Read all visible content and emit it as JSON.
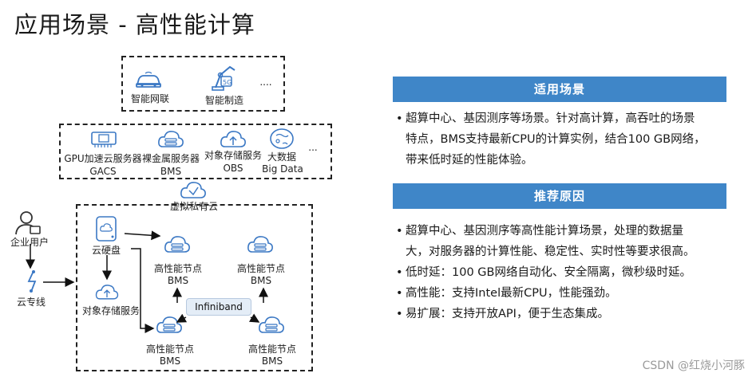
{
  "title": "应用场景 - 高性能计算",
  "top_scenarios": {
    "items": [
      {
        "label": "智能网联",
        "icon": "connected-car-icon"
      },
      {
        "label": "智能制造",
        "icon": "smart-manufacturing-icon"
      }
    ],
    "more": "...."
  },
  "services": {
    "items": [
      {
        "label": "GPU加速云服务器",
        "sub": "GACS",
        "icon": "gpu-server-icon"
      },
      {
        "label": "裸金属服务器",
        "sub": "BMS",
        "icon": "bare-metal-server-icon"
      },
      {
        "label": "对象存储服务",
        "sub": "OBS",
        "icon": "object-storage-icon"
      },
      {
        "label": "大数据",
        "sub": "Big Data",
        "icon": "big-data-icon"
      }
    ],
    "more": "..."
  },
  "vpc": {
    "label": "虚拟私有云",
    "icon": "vpc-cloud-icon"
  },
  "enterprise_user": {
    "label": "企业用户",
    "icon": "user-icon"
  },
  "direct_connect": {
    "label": "云专线",
    "icon": "direct-connect-icon"
  },
  "cloud_disk": {
    "label": "云硬盘",
    "icon": "cloud-disk-icon"
  },
  "object_storage": {
    "label": "对象存储服务",
    "icon": "object-storage-icon"
  },
  "compute_nodes": [
    {
      "label": "高性能节点",
      "sub": "BMS"
    },
    {
      "label": "高性能节点",
      "sub": "BMS"
    },
    {
      "label": "高性能节点",
      "sub": "BMS"
    },
    {
      "label": "高性能节点",
      "sub": "BMS"
    }
  ],
  "interconnect": "Infiniband",
  "applicable": {
    "header": "适用场景",
    "line1": "超算中心、基因测序等场景。针对高计算，高吞吐的场景",
    "line2": "特点，BMS支持最新CPU的计算实例，结合100 GB网络，",
    "line3": "带来低时延的性能体验。"
  },
  "reasons": {
    "header": "推荐原因",
    "b1_line1": "超算中心、基因测序等高性能计算场景，处理的数据量",
    "b1_line2": "大，对服务器的计算性能、稳定性、实时性等要求很高。",
    "b2": "低时延：100 GB网络自动化、安全隔离，微秒级时延。",
    "b3": "高性能：支持Intel最新CPU，性能强劲。",
    "b4": "易扩展：支持开放API，便于生态集成。"
  },
  "watermark": "CSDN @红烧小河豚",
  "colors": {
    "accent_blue": "#3f86c8",
    "icon_blue": "#3b78c4",
    "badge_bg": "#e4edf7"
  }
}
